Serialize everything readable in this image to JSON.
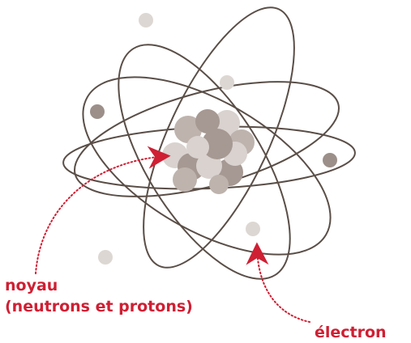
{
  "labels": {
    "nucleus_line1": "noyau",
    "nucleus_line2": "(neutrons et protons)",
    "electron": "électron"
  },
  "colors": {
    "orbit": "#5a4e47",
    "label": "#cf1f33",
    "arrow": "#cf1f33",
    "electron_dark": "#9c8f89",
    "electron_light": "#ddd7d3",
    "nucleon_dark": "#a69892",
    "nucleon_mid": "#beb3ad",
    "nucleon_light": "#d9d2ce"
  }
}
